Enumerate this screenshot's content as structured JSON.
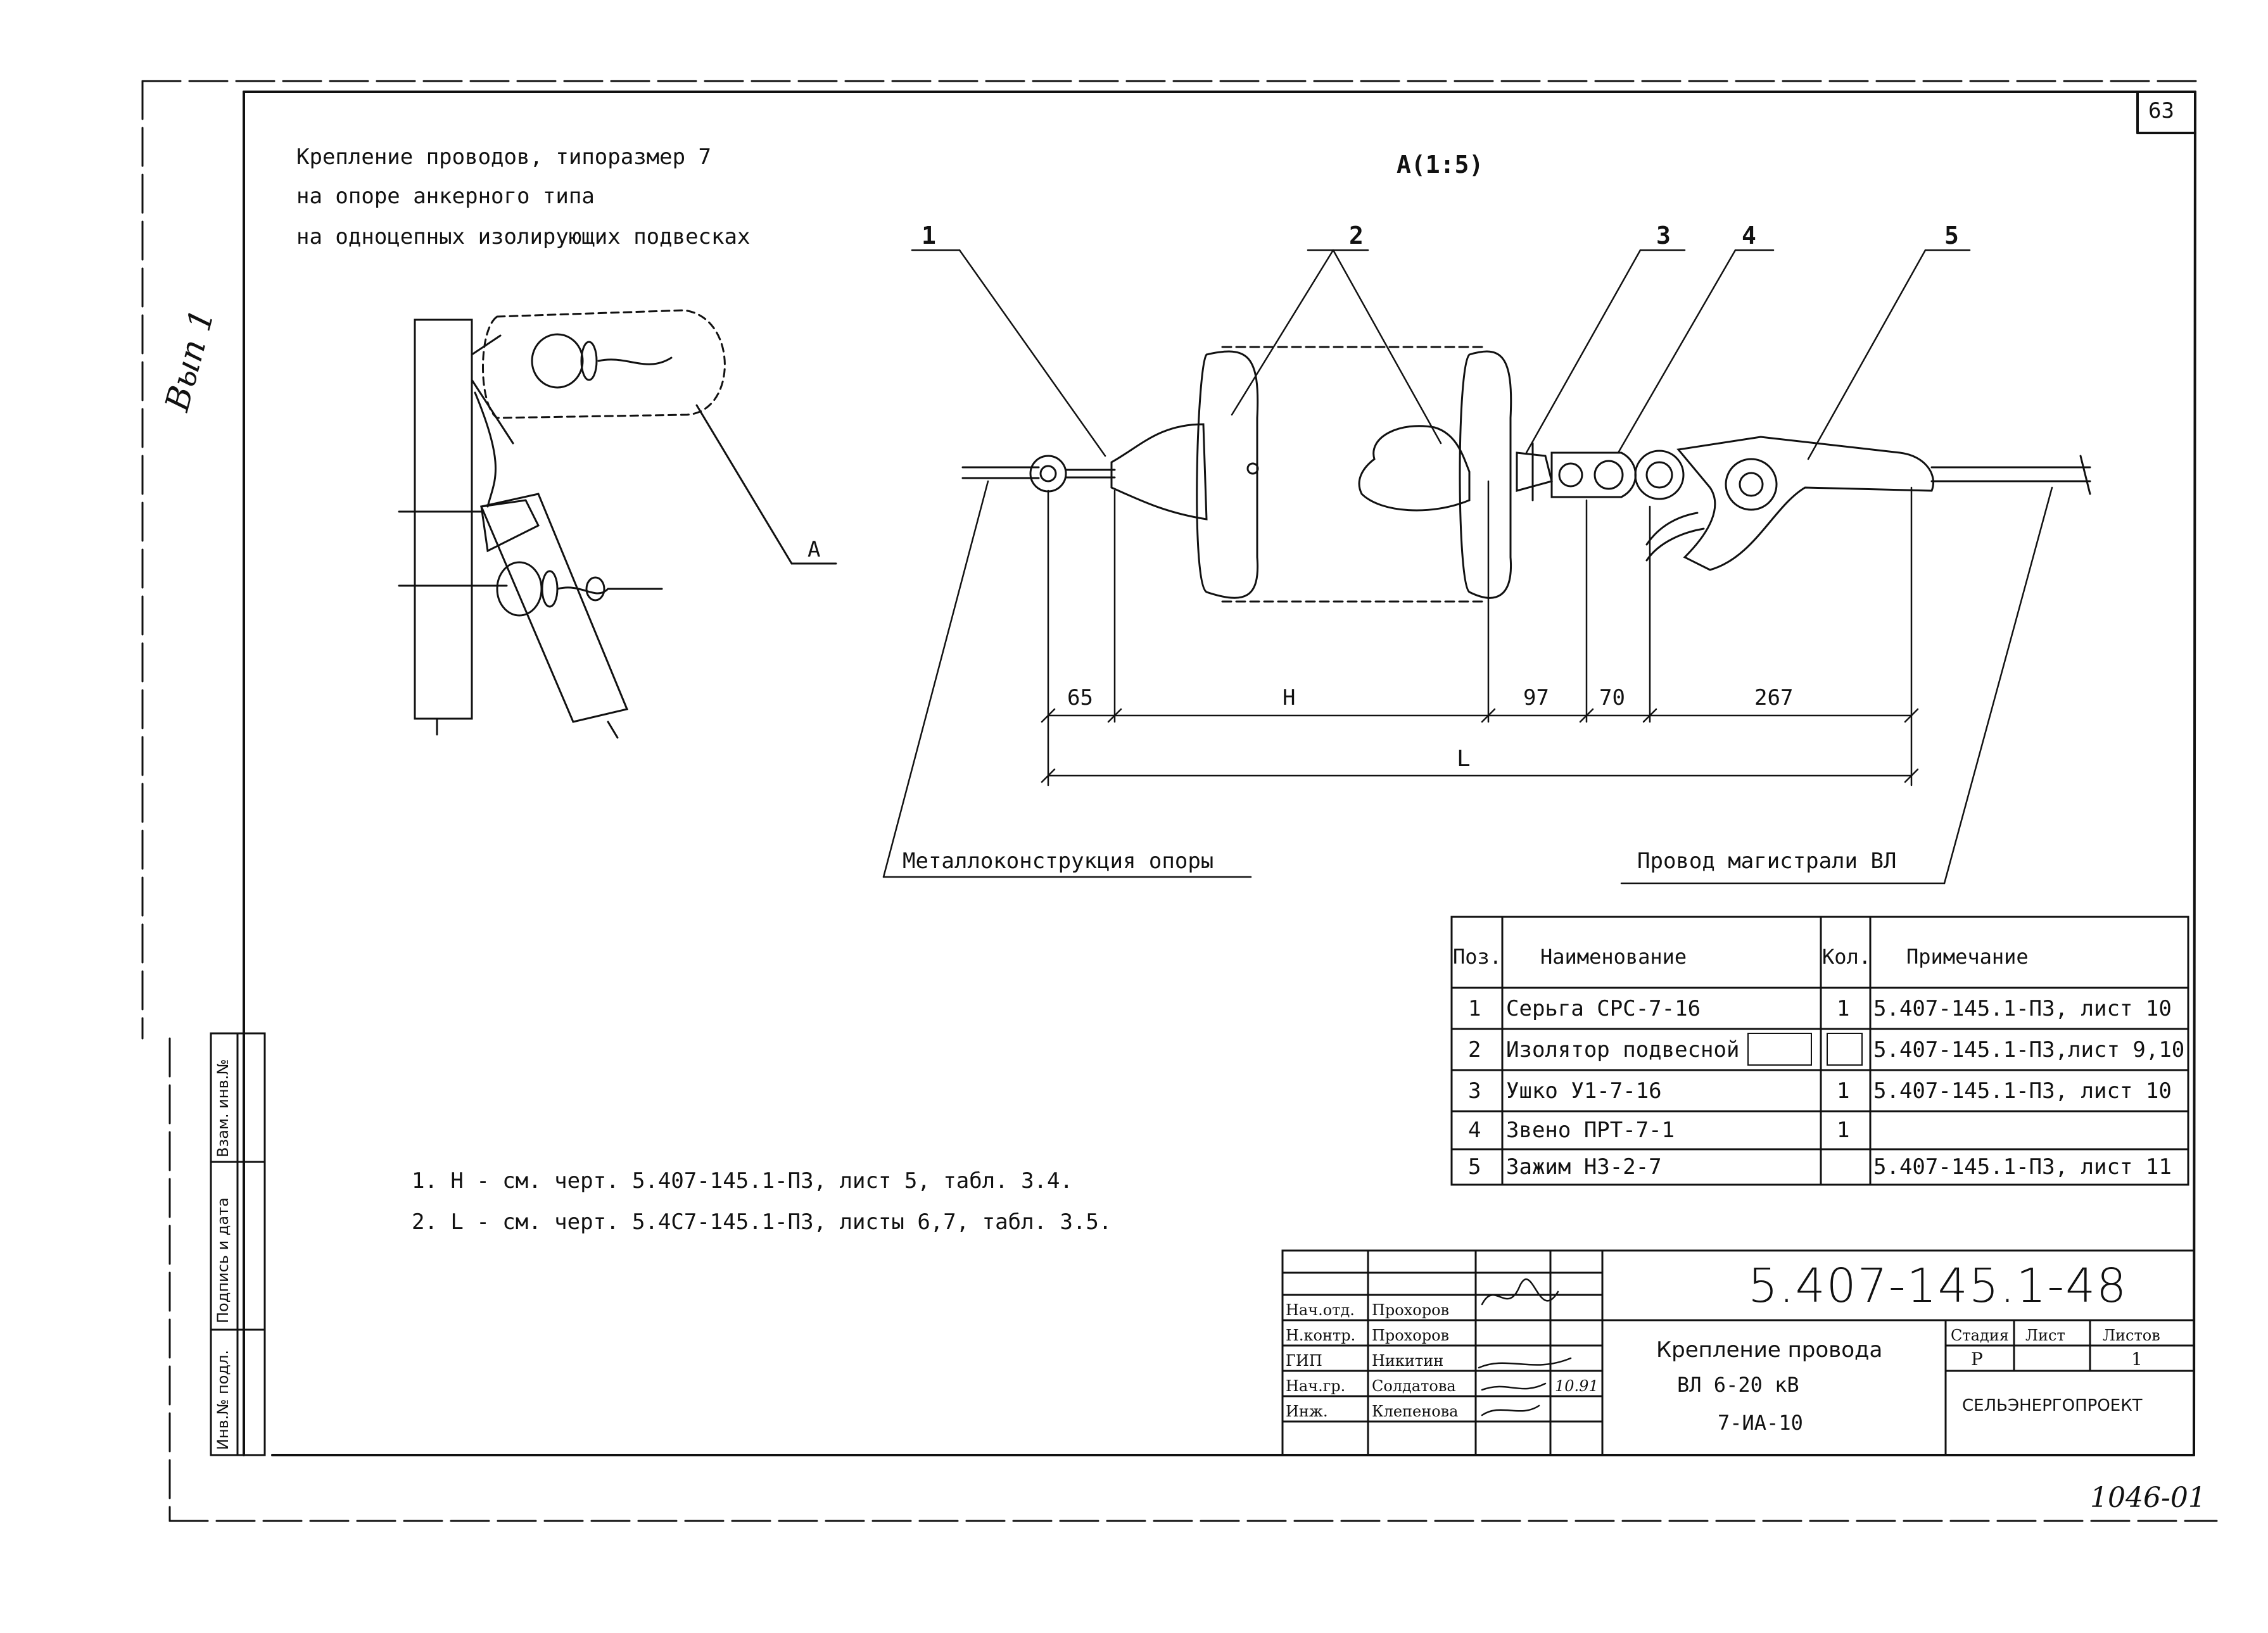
{
  "sheet": {
    "number": "63",
    "handwritten_mark": "Вып 1",
    "archive_number": "1046-01"
  },
  "title_lines": [
    "Крепление проводов, типоразмер 7",
    "на опоре анкерного типа",
    "на одноцепных изолирующих подвесках"
  ],
  "view_label": "А(1:5)",
  "callouts": {
    "detail_a": "А",
    "pos1": "1",
    "pos2": "2",
    "pos3": "3",
    "pos4": "4",
    "pos5": "5"
  },
  "dimensions": {
    "d65": "65",
    "dH": "Н",
    "d97": "97",
    "d70": "70",
    "d267": "267",
    "dL": "L"
  },
  "labels": {
    "structure": "Металлоконструкция опоры",
    "wire": "Провод магистрали ВЛ"
  },
  "spec_table": {
    "headers": [
      "Поз.",
      "Наименование",
      "Кол.",
      "Примечание"
    ],
    "rows": [
      {
        "pos": "1",
        "name": "Серьга СРС-7-16",
        "qty": "1",
        "note": "5.407-145.1-ПЗ, лист 10"
      },
      {
        "pos": "2",
        "name": "Изолятор подвесной",
        "qty": "",
        "note": "5.407-145.1-ПЗ,лист 9,10"
      },
      {
        "pos": "3",
        "name": "Ушко У1-7-16",
        "qty": "1",
        "note": "5.407-145.1-ПЗ, лист 10"
      },
      {
        "pos": "4",
        "name": "Звено ПРТ-7-1",
        "qty": "1",
        "note": ""
      },
      {
        "pos": "5",
        "name": "Зажим НЗ-2-7",
        "qty": "",
        "note": "5.407-145.1-ПЗ, лист 11"
      }
    ]
  },
  "notes": [
    "1. Н - см. черт. 5.407-145.1-ПЗ, лист 5, табл. 3.4.",
    "2. L - см. черт. 5.4С7-145.1-ПЗ, листы 6,7, табл. 3.5."
  ],
  "side_stamp": {
    "col1": "Инв.№ подл.",
    "col2": "Подпись и дата",
    "col3": "Взам. инв.№"
  },
  "title_block": {
    "document_code": "5.407-145.1-48",
    "name_lines": [
      "Крепление провода",
      "ВЛ 6-20 кВ",
      "7-ИА-10"
    ],
    "stage_header": "Стадия",
    "sheet_header": "Лист",
    "sheets_header": "Листов",
    "stage_value": "Р",
    "sheet_value": "",
    "sheets_value": "1",
    "organization": "СЕЛЬЭНЕРГОПРОЕКТ",
    "signatures": [
      {
        "role": "Нач.отд.",
        "name": "Прохоров"
      },
      {
        "role": "Н.контр.",
        "name": "Прохоров"
      },
      {
        "role": "ГИП",
        "name": "Никитин"
      },
      {
        "role": "Нач.гр.",
        "name": "Солдатова"
      },
      {
        "role": "Инж.",
        "name": "Клепенова"
      }
    ],
    "sign_date": "10.91"
  }
}
